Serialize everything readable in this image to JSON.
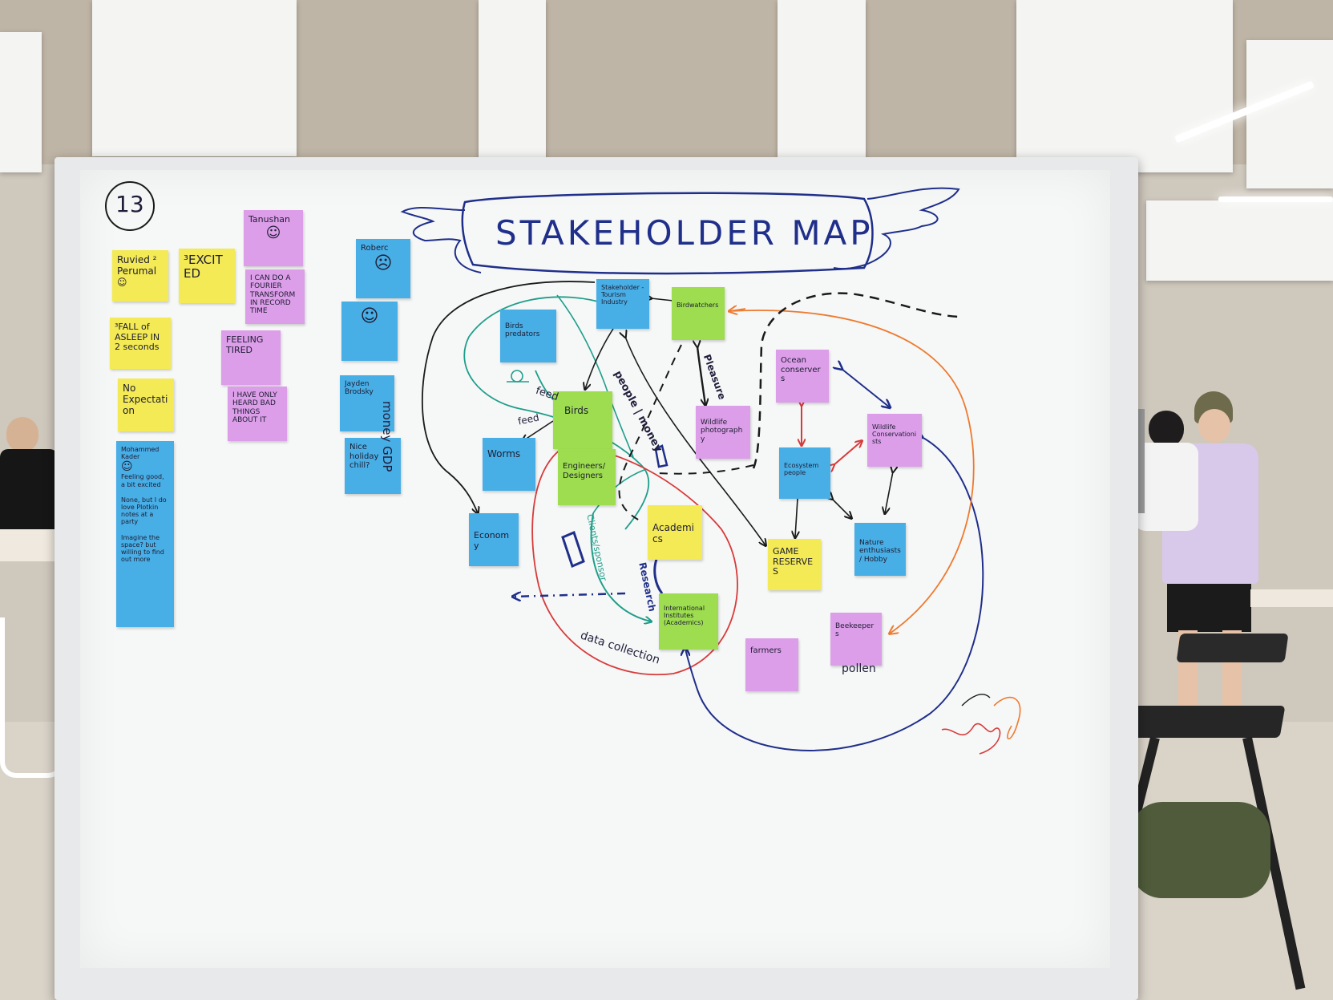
{
  "board": {
    "group_number": "13",
    "title": "STAKEHOLDER MAP"
  },
  "intro_notes": {
    "ruvied": "Ruvied ² Perumal",
    "excited": "³EXCITED",
    "fall_asleep": "³FALL of ASLEEP IN 2 seconds",
    "no_expectations": "No Expectation",
    "tanushan": "Tanushan",
    "fourier": "I CAN DO A FOURIER TRANSFORM IN RECORD TIME",
    "feeling_tired": "FEELING TIRED",
    "bad_things": "I HAVE ONLY HEARD BAD THINGS ABOUT IT",
    "roberc": "Roberc",
    "jayden": "Jayden Brodsky",
    "nice_holiday": "Nice holiday chill?",
    "mohammed": "Mohammed Kader",
    "mohammed_feeling": "Feeling good, a bit excited",
    "mohammed_none": "None, but I do love Plotkin notes at a party",
    "mohammed_imagine": "Imagine the space? but willing to find out more"
  },
  "stakeholders": {
    "stakeholder_tourism": "Stakeholder - Tourism Industry",
    "birdwatchers": "Birdwatchers",
    "birds_predators": "Birds predators",
    "birds": "Birds",
    "worms": "Worms",
    "economy": "Economy",
    "engineers": "Engineers/ Designers",
    "academics": "Academics",
    "international": "International Institutes (Academics)",
    "wildlife_photography": "Wildlife photography",
    "ocean_conservers": "Ocean conservers",
    "wildlife_conservationists": "Wildlife Conservationists",
    "ecosystem_people": "Ecosystem people",
    "game_reserves": "GAME RESERVES",
    "nature_enthusiasts": "Nature enthusiasts/ Hobby",
    "farmers": "farmers",
    "beekeepers": "Beekeepers"
  },
  "annotations": {
    "feed_1": "feed",
    "feed_2": "feed",
    "money_gdp": "money GDP",
    "people_money": "people | money",
    "pleasure": "Pleasure",
    "research": "Research",
    "clients": "Clients/sponsor",
    "data_collection": "data collection",
    "pollen": "pollen"
  },
  "colors": {
    "yellow_note": "#f4ea55",
    "pink_note": "#dc9ee8",
    "blue_note": "#48aee6",
    "green_note": "#9ddd4f",
    "marker_blue": "#1f2f8a",
    "marker_black": "#1a1a1a",
    "marker_red": "#d83a3a",
    "marker_orange": "#ee7a2e",
    "marker_teal": "#1e9e8a"
  }
}
